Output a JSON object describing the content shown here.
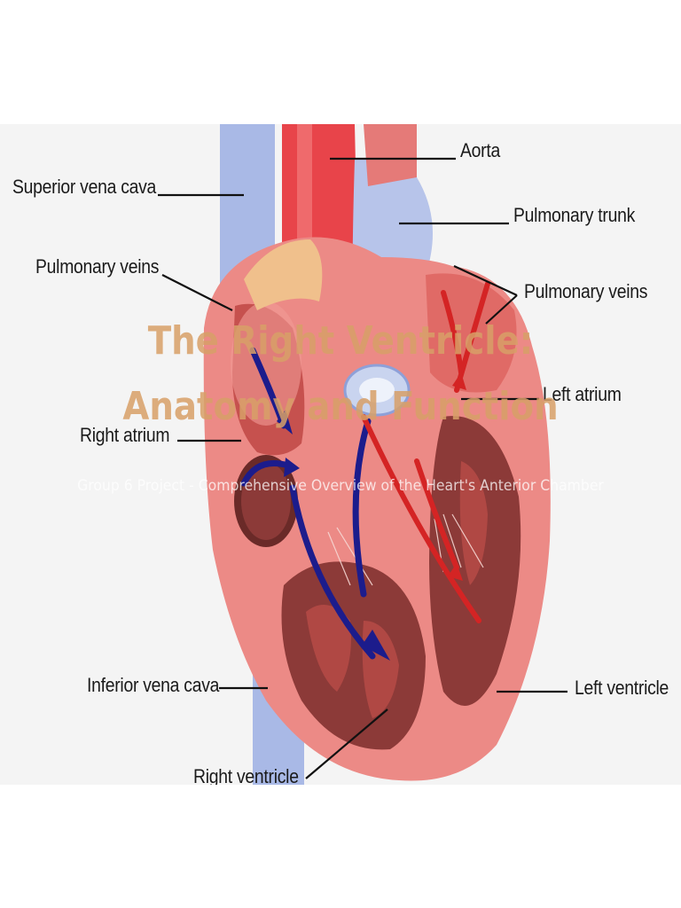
{
  "slide": {
    "title": "The Right Ventricle: Anatomy and Function",
    "subtitle": "Group 6 Project - Comprehensive Overview of the Heart's Anterior Chamber"
  },
  "diagram": {
    "labels": {
      "aorta": "Aorta",
      "superior_vena_cava": "Superior vena cava",
      "pulmonary_trunk": "Pulmonary trunk",
      "pulmonary_veins_left": "Pulmonary veins",
      "pulmonary_veins_right": "Pulmonary veins",
      "left_atrium": "Left atrium",
      "right_atrium": "Right atrium",
      "inferior_vena_cava": "Inferior vena cava",
      "left_ventricle": "Left ventricle",
      "right_ventricle": "Right ventricle"
    },
    "colors": {
      "muscle": "#ec8a86",
      "muscle_dark": "#c6514e",
      "chamber_inner": "#8c3a38",
      "vein_blue": "#a9b9e6",
      "aorta_red": "#e8444a",
      "flow_deoxygenated": "#1c1c8c",
      "flow_oxygenated": "#d42424",
      "fat": "#f0c08c"
    }
  }
}
